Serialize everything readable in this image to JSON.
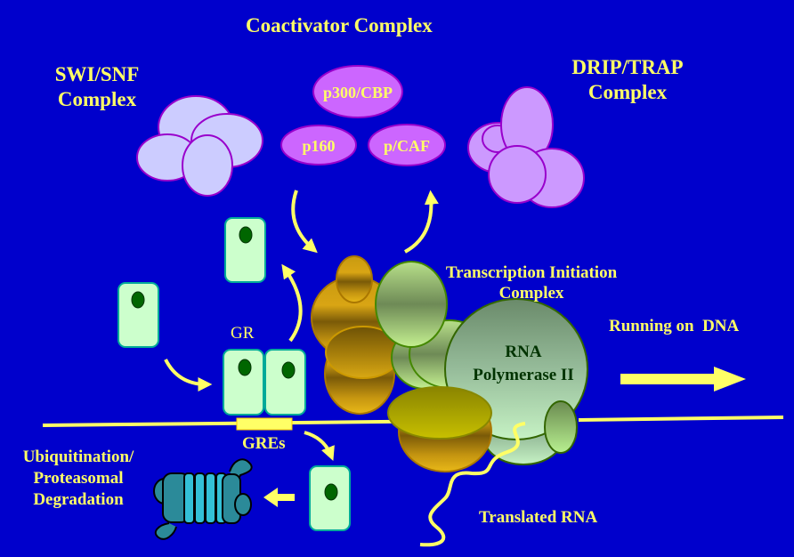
{
  "colors": {
    "background": "#0000cc",
    "label": "#ffff66",
    "swi_fill": "#ccccff",
    "coactivator_fill": "#cc66ff",
    "drip_fill": "#cc99ff",
    "outline_purple": "#9900cc",
    "gr_fill": "#ccffcc",
    "gr_border": "#00aa99",
    "gr_dot": "#006600",
    "dna": "#ffff66",
    "proteasome_dark": "#2b8a99",
    "proteasome_light": "#33c0d6",
    "polymerase_text": "#003300"
  },
  "title": "Coactivator Complex",
  "swi_snf": {
    "line1": "SWI/SNF",
    "line2": "Complex"
  },
  "drip_trap": {
    "line1": "DRIP/TRAP",
    "line2": "Complex"
  },
  "coactivators": {
    "p300": "p300/CBP",
    "p160": "p160",
    "pcaf": "p/CAF"
  },
  "gr_label": "GR",
  "gres_label": "GREs",
  "tic": {
    "line1": "Transcription Initiation",
    "line2": "Complex"
  },
  "polymerase": {
    "line1": "RNA",
    "line2": "Polymerase II"
  },
  "running_label": "Running on  DNA",
  "translated_label": "Translated RNA",
  "degradation": {
    "line1": "Ubiquitination/",
    "line2": "Proteasomal",
    "line3": "Degradation"
  }
}
